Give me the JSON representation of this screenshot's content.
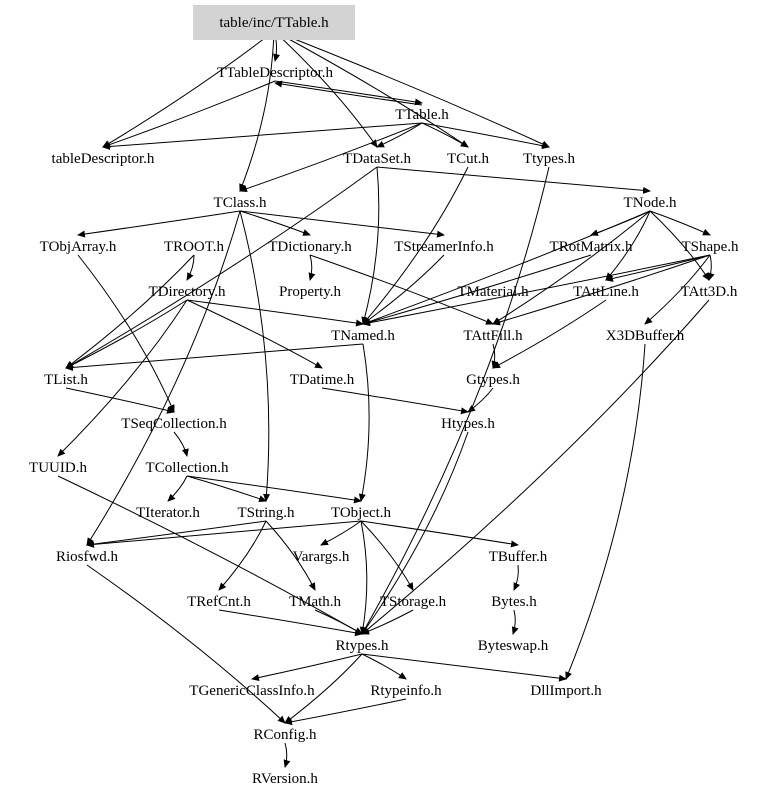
{
  "graph": {
    "root": "table/inc/TTable.h",
    "root_fill": "#d3d3d3",
    "nodes": [
      "table/inc/TTable.h",
      "TTableDescriptor.h",
      "TTable.h",
      "tableDescriptor.h",
      "TDataSet.h",
      "TCut.h",
      "Ttypes.h",
      "TClass.h",
      "TNode.h",
      "TObjArray.h",
      "TROOT.h",
      "TDictionary.h",
      "TStreamerInfo.h",
      "TRotMatrix.h",
      "TShape.h",
      "TDirectory.h",
      "Property.h",
      "TMaterial.h",
      "TAttLine.h",
      "TAtt3D.h",
      "TNamed.h",
      "TAttFill.h",
      "X3DBuffer.h",
      "TList.h",
      "TDatime.h",
      "Gtypes.h",
      "TSeqCollection.h",
      "Htypes.h",
      "TUUID.h",
      "TCollection.h",
      "TIterator.h",
      "TString.h",
      "TObject.h",
      "Riosfwd.h",
      "Varargs.h",
      "TBuffer.h",
      "TRefCnt.h",
      "TMath.h",
      "TStorage.h",
      "Bytes.h",
      "Rtypes.h",
      "Byteswap.h",
      "TGenericClassInfo.h",
      "Rtypeinfo.h",
      "DllImport.h",
      "RConfig.h",
      "RVersion.h"
    ],
    "edges": [
      [
        "table/inc/TTable.h",
        "TTableDescriptor.h"
      ],
      [
        "table/inc/TTable.h",
        "tableDescriptor.h"
      ],
      [
        "table/inc/TTable.h",
        "TCut.h"
      ],
      [
        "table/inc/TTable.h",
        "Ttypes.h"
      ],
      [
        "table/inc/TTable.h",
        "TDataSet.h"
      ],
      [
        "table/inc/TTable.h",
        "TClass.h"
      ],
      [
        "TTableDescriptor.h",
        "TTable.h"
      ],
      [
        "TTableDescriptor.h",
        "tableDescriptor.h"
      ],
      [
        "TTable.h",
        "TTableDescriptor.h"
      ],
      [
        "TTable.h",
        "tableDescriptor.h"
      ],
      [
        "TTable.h",
        "TDataSet.h"
      ],
      [
        "TTable.h",
        "TCut.h"
      ],
      [
        "TTable.h",
        "Ttypes.h"
      ],
      [
        "TTable.h",
        "TClass.h"
      ],
      [
        "TDataSet.h",
        "TNode.h"
      ],
      [
        "TDataSet.h",
        "TList.h"
      ],
      [
        "TDataSet.h",
        "TNamed.h"
      ],
      [
        "TCut.h",
        "TNamed.h"
      ],
      [
        "Ttypes.h",
        "Rtypes.h"
      ],
      [
        "TClass.h",
        "TObjArray.h"
      ],
      [
        "TClass.h",
        "TDictionary.h"
      ],
      [
        "TClass.h",
        "TStreamerInfo.h"
      ],
      [
        "TClass.h",
        "TString.h"
      ],
      [
        "TClass.h",
        "Riosfwd.h"
      ],
      [
        "TNode.h",
        "TRotMatrix.h"
      ],
      [
        "TNode.h",
        "TShape.h"
      ],
      [
        "TNode.h",
        "TAttLine.h"
      ],
      [
        "TNode.h",
        "TAttFill.h"
      ],
      [
        "TNode.h",
        "TAtt3D.h"
      ],
      [
        "TNode.h",
        "TNamed.h"
      ],
      [
        "TShape.h",
        "TAtt3D.h"
      ],
      [
        "TShape.h",
        "X3DBuffer.h"
      ],
      [
        "TShape.h",
        "TAttLine.h"
      ],
      [
        "TShape.h",
        "TAttFill.h"
      ],
      [
        "TShape.h",
        "TNamed.h"
      ],
      [
        "TObjArray.h",
        "TSeqCollection.h"
      ],
      [
        "TROOT.h",
        "TDirectory.h"
      ],
      [
        "TROOT.h",
        "TList.h"
      ],
      [
        "TDictionary.h",
        "Property.h"
      ],
      [
        "TDictionary.h",
        "TAttFill.h"
      ],
      [
        "TStreamerInfo.h",
        "TNamed.h"
      ],
      [
        "TRotMatrix.h",
        "TNamed.h"
      ],
      [
        "TDirectory.h",
        "TNamed.h"
      ],
      [
        "TDirectory.h",
        "TDatime.h"
      ],
      [
        "TDirectory.h",
        "TList.h"
      ],
      [
        "TDirectory.h",
        "TUUID.h"
      ],
      [
        "TAttLine.h",
        "Gtypes.h"
      ],
      [
        "TAttFill.h",
        "Gtypes.h"
      ],
      [
        "TAtt3D.h",
        "Rtypes.h"
      ],
      [
        "X3DBuffer.h",
        "DllImport.h"
      ],
      [
        "TNamed.h",
        "TList.h"
      ],
      [
        "TNamed.h",
        "TObject.h"
      ],
      [
        "TList.h",
        "TSeqCollection.h"
      ],
      [
        "TDatime.h",
        "Htypes.h"
      ],
      [
        "Gtypes.h",
        "Htypes.h"
      ],
      [
        "Htypes.h",
        "Rtypes.h"
      ],
      [
        "TSeqCollection.h",
        "TCollection.h"
      ],
      [
        "TUUID.h",
        "Rtypes.h"
      ],
      [
        "TCollection.h",
        "TIterator.h"
      ],
      [
        "TCollection.h",
        "TString.h"
      ],
      [
        "TCollection.h",
        "TObject.h"
      ],
      [
        "TString.h",
        "TRefCnt.h"
      ],
      [
        "TString.h",
        "TMath.h"
      ],
      [
        "TString.h",
        "Riosfwd.h"
      ],
      [
        "TObject.h",
        "Varargs.h"
      ],
      [
        "TObject.h",
        "TStorage.h"
      ],
      [
        "TObject.h",
        "TBuffer.h"
      ],
      [
        "TObject.h",
        "Rtypes.h"
      ],
      [
        "TObject.h",
        "Riosfwd.h"
      ],
      [
        "TBuffer.h",
        "Bytes.h"
      ],
      [
        "Bytes.h",
        "Byteswap.h"
      ],
      [
        "TRefCnt.h",
        "Rtypes.h"
      ],
      [
        "TMath.h",
        "Rtypes.h"
      ],
      [
        "TStorage.h",
        "Rtypes.h"
      ],
      [
        "Rtypes.h",
        "TGenericClassInfo.h"
      ],
      [
        "Rtypes.h",
        "Rtypeinfo.h"
      ],
      [
        "Rtypes.h",
        "DllImport.h"
      ],
      [
        "Rtypes.h",
        "RConfig.h"
      ],
      [
        "Rtypeinfo.h",
        "RConfig.h"
      ],
      [
        "Riosfwd.h",
        "RConfig.h"
      ],
      [
        "RConfig.h",
        "RVersion.h"
      ]
    ]
  }
}
